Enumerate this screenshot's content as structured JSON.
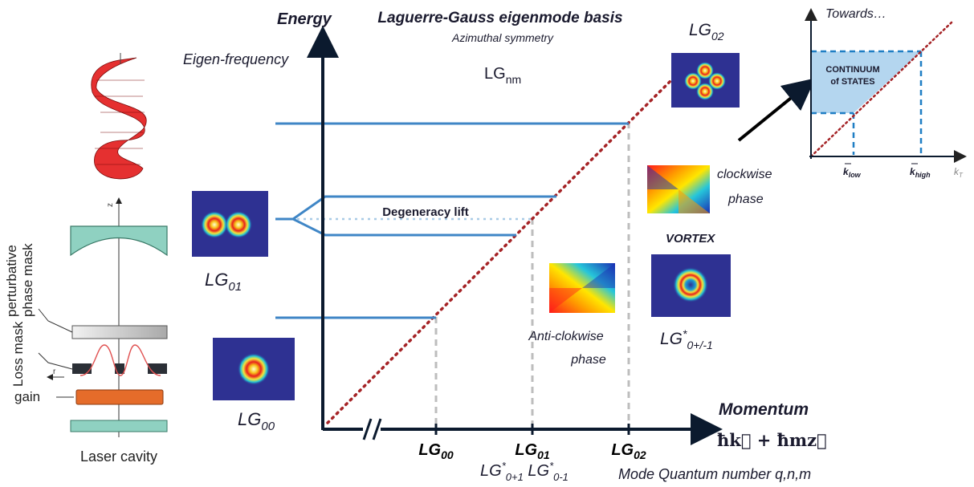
{
  "title": "Laguerre-Gauss eigenmode basis",
  "subtitle": "Azimuthal symmetry",
  "lgnm": {
    "base": "LG",
    "sub": "nm"
  },
  "energy_label": "Energy",
  "eigenfreq_label": "Eigen-frequency",
  "momentum_label": "Momentum",
  "momentum_formula": "ħk⃗ + ħmz⃗",
  "quantum_label": "Mode Quantum number q,n,m",
  "degeneracy_label": "Degeneracy lift",
  "x_ticks": [
    {
      "base": "LG",
      "sub": "00"
    },
    {
      "base": "LG",
      "sub": "01"
    },
    {
      "base": "LG",
      "sub": "02"
    }
  ],
  "lg01_sub": {
    "a_sup": "*",
    "a_sub": "0+1",
    "b_sup": "*",
    "b_sub": "0-1"
  },
  "mode_labels": {
    "lg00": {
      "base": "LG",
      "sub": "00"
    },
    "lg01": {
      "base": "LG",
      "sub": "01"
    },
    "lg02": {
      "base": "LG",
      "sub": "02"
    },
    "vortex_star": {
      "base": "LG",
      "sup": "*",
      "sub": "0+/-1"
    }
  },
  "clockwise": {
    "line1": "clockwise",
    "line2": "phase"
  },
  "anticlockwise": {
    "line1": "Anti-clokwise",
    "line2": "phase"
  },
  "vortex_label": "VORTEX",
  "inset": {
    "title": "Towards…",
    "continuum": [
      "CONTINUUM",
      "of STATES"
    ],
    "k_low": {
      "base": "k",
      "sub": "low"
    },
    "k_high": {
      "base": "k",
      "sub": "high"
    },
    "k_t": {
      "base": "k",
      "sub": "T"
    }
  },
  "cavity": {
    "phase_mask_label": [
      "perturbative",
      "phase mask"
    ],
    "loss_mask_label": "Loss mask",
    "gain_label": "gain",
    "caption": "Laser cavity",
    "z_axis": "z",
    "r_axis": "r"
  },
  "colors": {
    "axis": "#0b1a2e",
    "level_line": "#3f86c6",
    "diagonal": "#a52326",
    "dashed": "#bdbdbd",
    "mode_bg": "#2e3192",
    "continuum_fill": "#b4d6ef",
    "gain": "#e56c2a",
    "mirror": "#8fd1c1",
    "helix": "#e53030"
  }
}
